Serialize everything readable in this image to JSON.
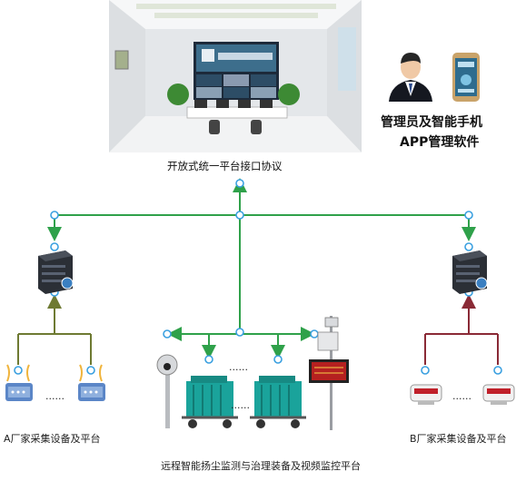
{
  "labels": {
    "protocol": "开放式统一平台接口协议",
    "admin_line1": "管理员及智能手机",
    "admin_line2": "APP管理软件",
    "vendor_a": "A厂家采集设备及平台",
    "vendor_b": "B厂家采集设备及平台",
    "bottom_platform": "远程智能扬尘监测与治理装备及视频监控平台",
    "ellipsis": "......"
  },
  "colors": {
    "green_line": "#2fa14a",
    "olive_line": "#6e7a32",
    "red_line": "#8a2a36",
    "node_ring": "#3aa0e0"
  },
  "icons": [
    "control-room-image",
    "administrator-icon",
    "smartphone-app-icon",
    "server-icon",
    "router-icon",
    "camera-pole-icon",
    "dust-treatment-machine-icon",
    "monitoring-station-icon",
    "data-collector-icon"
  ]
}
